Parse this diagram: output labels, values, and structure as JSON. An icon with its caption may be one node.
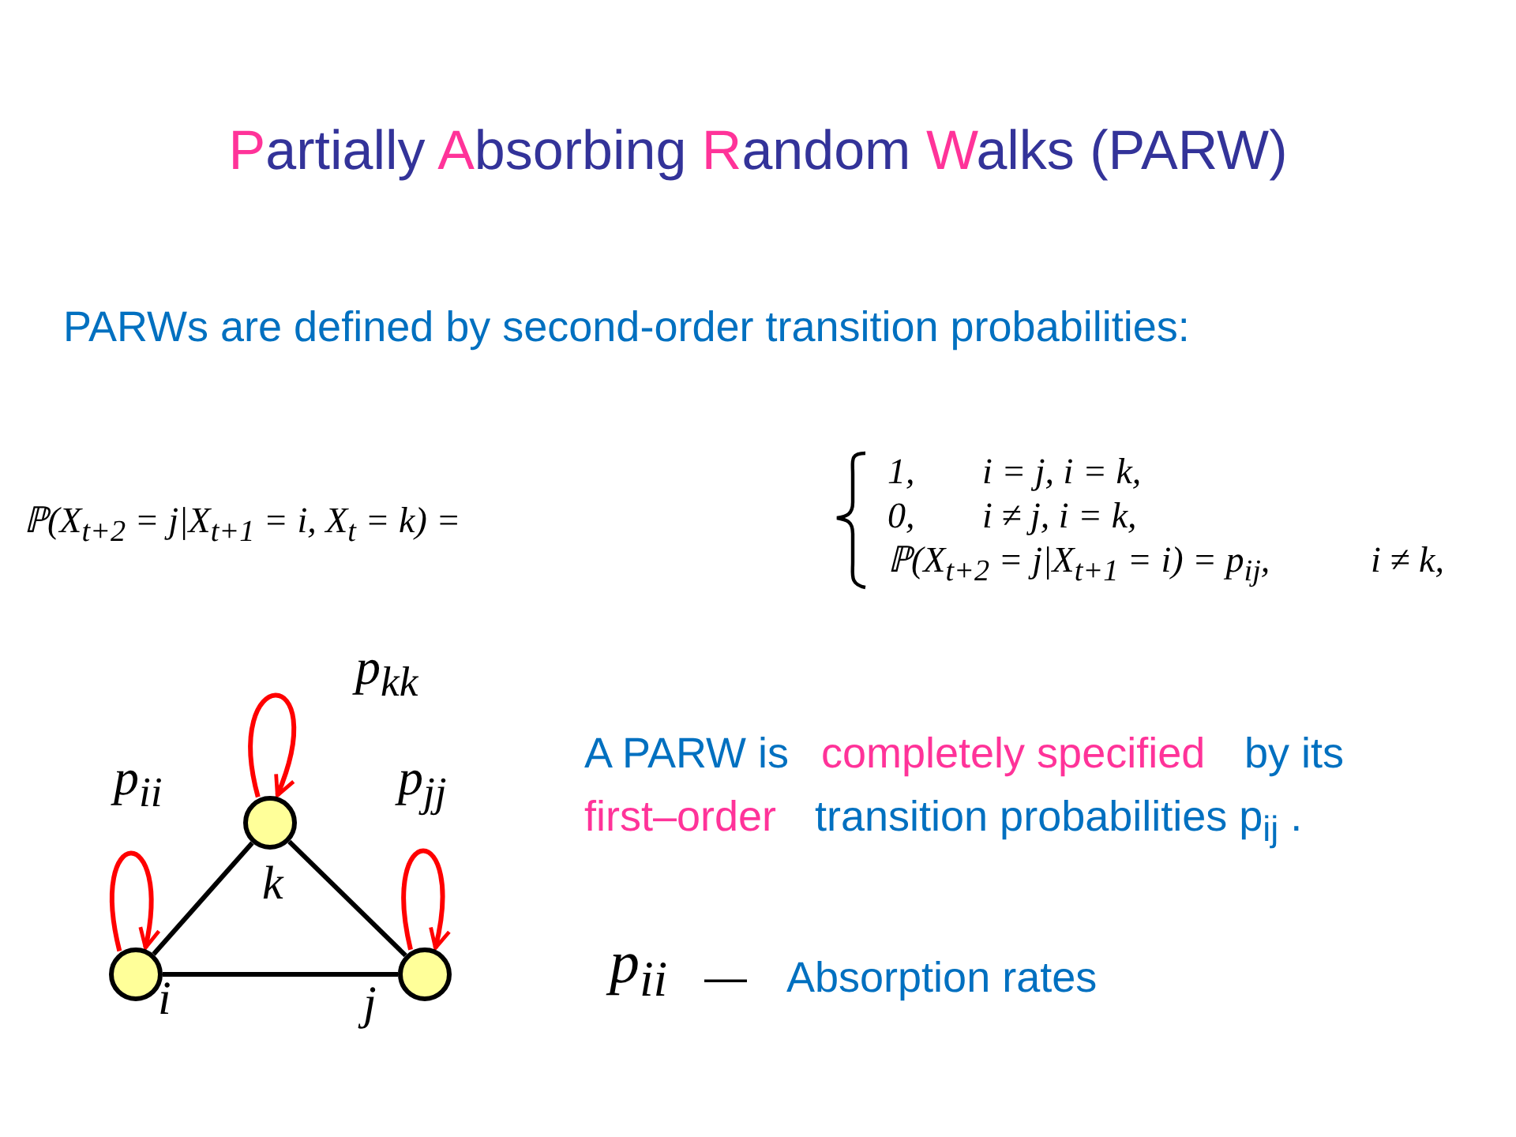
{
  "diagram": {
    "title": "Partially Absorbing Random Walks (PARW)",
    "nodes": [
      {
        "text": [],
        "shape": "circle",
        "beside": [
          "k"
        ]
      },
      {
        "text": [],
        "shape": "circle",
        "beside": [
          "i"
        ]
      },
      {
        "text": [],
        "shape": "circle",
        "beside": [
          "j"
        ]
      }
    ],
    "edges": [
      {
        "from": 0,
        "to": 1,
        "arrow": "none"
      },
      {
        "from": 0,
        "to": 2,
        "arrow": "none"
      },
      {
        "from": 1,
        "to": 2,
        "arrow": "none"
      },
      {
        "from": 0,
        "to": 0,
        "arrow": "to",
        "color": "#ff0000",
        "label": "p$_{kk}$"
      },
      {
        "from": 1,
        "to": 1,
        "arrow": "to",
        "color": "#ff0000",
        "label": "p$_{ii}$"
      },
      {
        "from": 2,
        "to": 2,
        "arrow": "to",
        "color": "#ff0000",
        "label": "p$_{jj}$"
      }
    ],
    "labels": [
      "PARWs are defined by second-order transition probabilities:",
      "ℙ(X$_{t+2}$ = j|X$_{t+1}$ = i, X$_{t}$ = k) =",
      "1,",
      "i = j, i = k,",
      "0,",
      "i ≠ j, i = k,",
      "ℙ(X$_{t+2}$ = j|X$_{t+1}$ = i) = p$_{ij}$,",
      "i ≠ k,",
      "A PARW is",
      "completely specified",
      "by its",
      "first–order",
      "transition probabilities p$_{ij}$ .",
      "p$_{ii}$",
      "—",
      "Absorption rates"
    ]
  }
}
